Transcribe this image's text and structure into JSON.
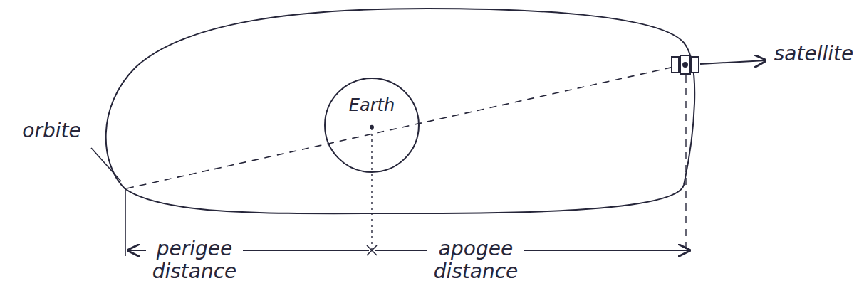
{
  "diagram": {
    "nodes": [
      {
        "text": [
          "Earth"
        ]
      }
    ],
    "labels": [
      "satellite",
      "orbite",
      "perigee distance",
      "apogee distance"
    ]
  }
}
